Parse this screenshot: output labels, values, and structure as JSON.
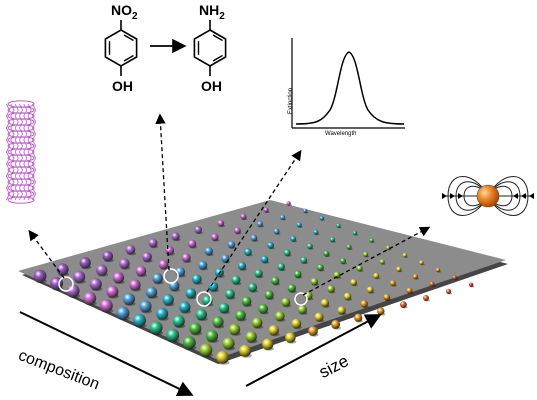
{
  "reaction": {
    "reactant_group": "NO2",
    "product_group": "NH2",
    "substituent": "OH"
  },
  "spectrum": {
    "ylabel": "Extinction",
    "xlabel": "Wavelength"
  },
  "array": {
    "labels": {
      "composition": "composition",
      "size": "size"
    },
    "plate_color": "#8c8c8c",
    "sphere_colors": [
      "#9b59c9",
      "#b06ad6",
      "#d36ad6",
      "#4fa3e0",
      "#1fb6c9",
      "#25c78f",
      "#49c23a",
      "#9ad22a",
      "#e3d422",
      "#f0a020",
      "#e8682a",
      "#d83a2a"
    ]
  },
  "icons": {
    "nanotube": "carbon-nanotube-icon",
    "dipole": "magnetic-dipole-icon"
  }
}
